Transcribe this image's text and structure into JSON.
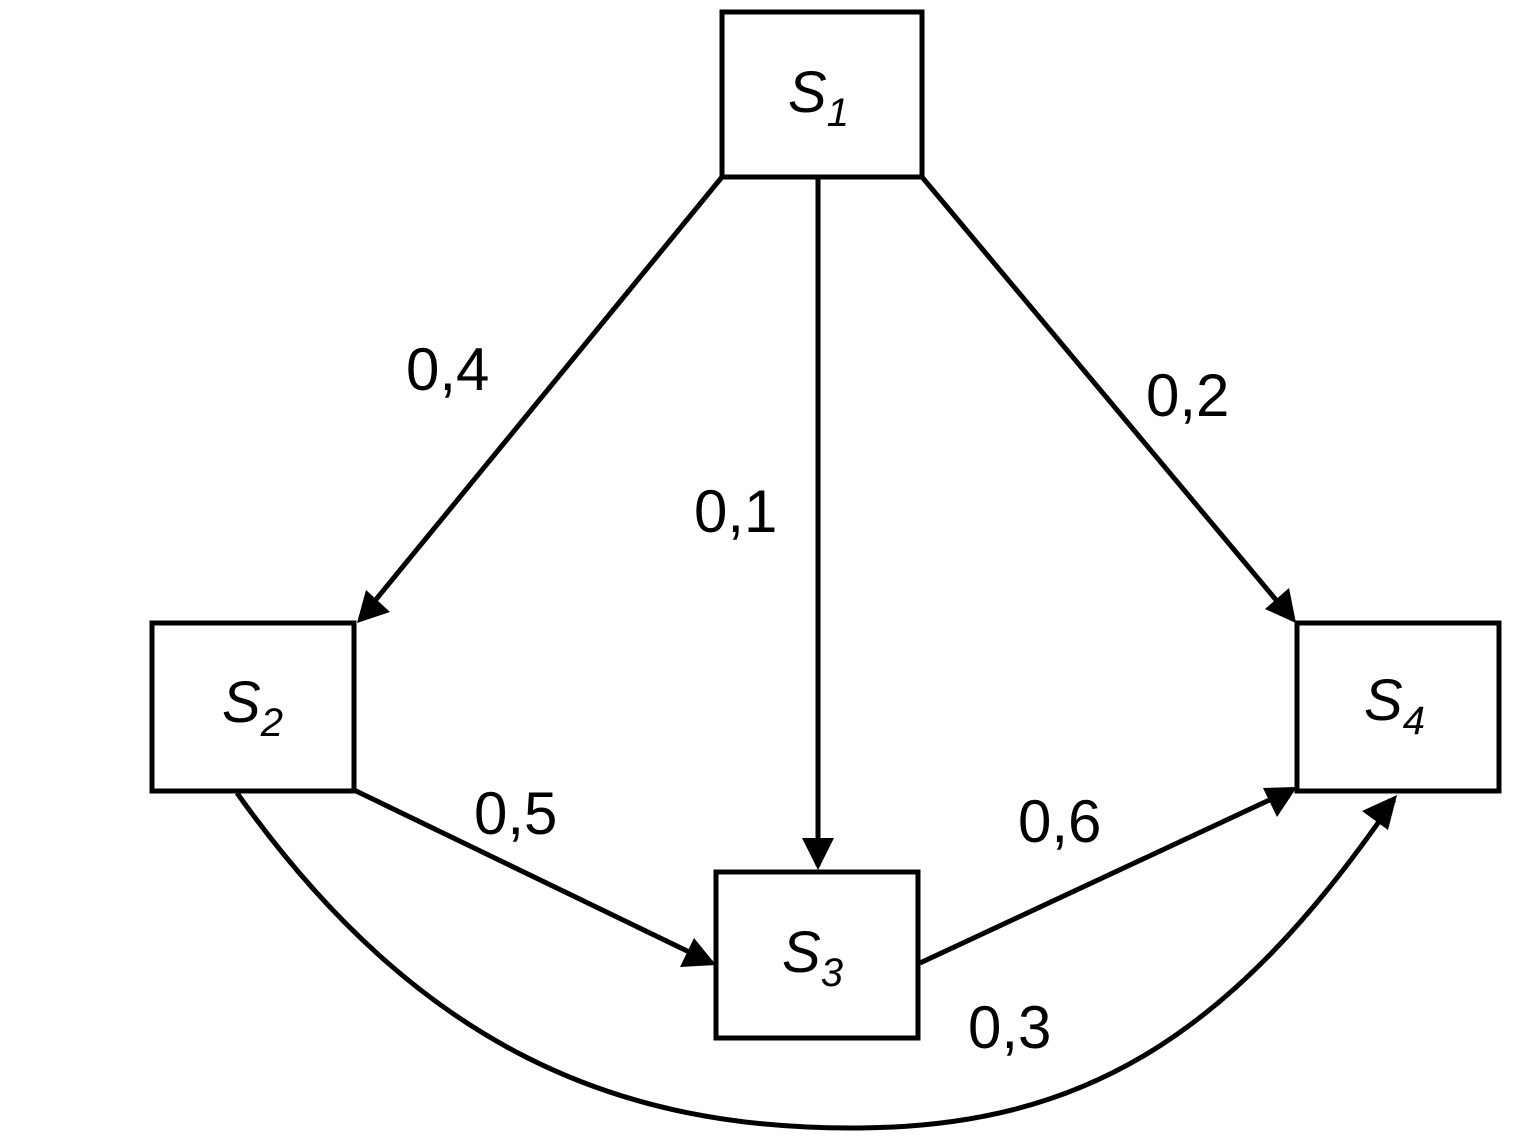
{
  "nodes": [
    {
      "id": "s1",
      "base": "S",
      "sub": "1"
    },
    {
      "id": "s2",
      "base": "S",
      "sub": "2"
    },
    {
      "id": "s3",
      "base": "S",
      "sub": "3"
    },
    {
      "id": "s4",
      "base": "S",
      "sub": "4"
    }
  ],
  "edges": [
    {
      "from": "s1",
      "to": "s2",
      "label": "0,4"
    },
    {
      "from": "s1",
      "to": "s3",
      "label": "0,1"
    },
    {
      "from": "s1",
      "to": "s4",
      "label": "0,2"
    },
    {
      "from": "s2",
      "to": "s3",
      "label": "0,5"
    },
    {
      "from": "s3",
      "to": "s4",
      "label": "0,6"
    },
    {
      "from": "s2",
      "to": "s4",
      "label": "0,3"
    }
  ],
  "colors": {
    "stroke": "#000000",
    "background": "#ffffff"
  }
}
